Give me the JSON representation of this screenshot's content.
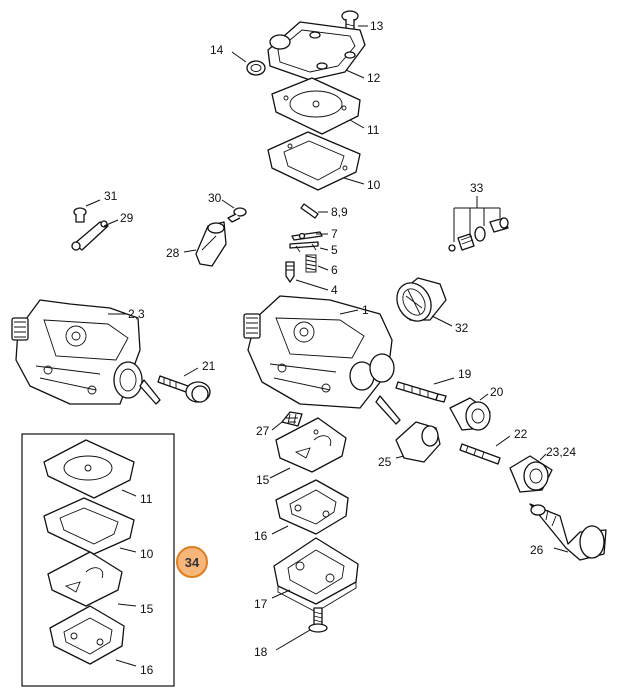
{
  "callouts": {
    "c13": "13",
    "c14": "14",
    "c12": "12",
    "c11": "11",
    "c10": "10",
    "c31": "31",
    "c29": "29",
    "c30": "30",
    "c28": "28",
    "c8_9": "8,9",
    "c7": "7",
    "c5": "5",
    "c6": "6",
    "c4": "4",
    "c33": "33",
    "c32": "32",
    "c2_3": "2,3",
    "c1": "1",
    "c21": "21",
    "c19": "19",
    "c20": "20",
    "c27": "27",
    "c22": "22",
    "c23_24": "23,24",
    "c15": "15",
    "c25": "25",
    "c16": "16",
    "c26": "26",
    "c17": "17",
    "c18": "18"
  },
  "kit": {
    "c11": "11",
    "c10": "10",
    "c15": "15",
    "c16": "16",
    "highlight_label": "34"
  },
  "colors": {
    "highlight_fill": "#f7b77a",
    "highlight_stroke": "#e07d1f",
    "line": "#111111"
  }
}
